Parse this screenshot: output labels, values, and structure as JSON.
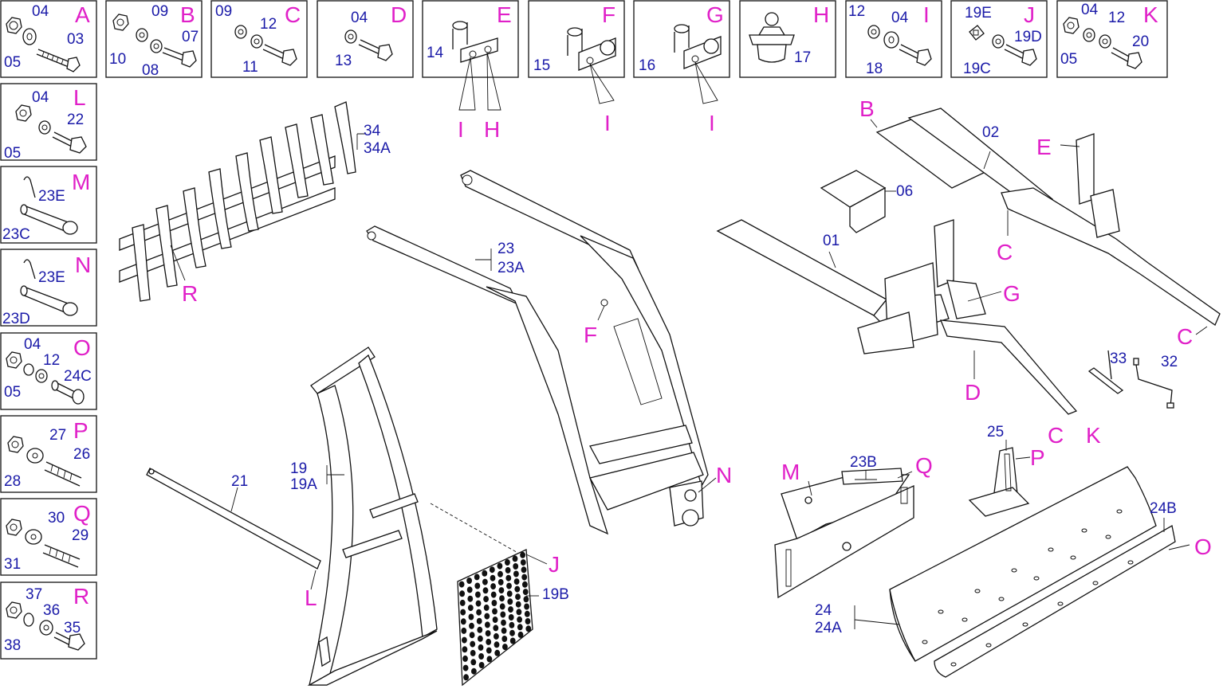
{
  "detail_boxes": [
    {
      "id": "A",
      "parts": [
        "04",
        "05",
        "03"
      ]
    },
    {
      "id": "B",
      "parts": [
        "09",
        "10",
        "08",
        "07"
      ]
    },
    {
      "id": "C",
      "parts": [
        "09",
        "12",
        "11"
      ]
    },
    {
      "id": "D",
      "parts": [
        "04",
        "13"
      ]
    },
    {
      "id": "E",
      "parts": [
        "14"
      ]
    },
    {
      "id": "F",
      "parts": [
        "15"
      ]
    },
    {
      "id": "G",
      "parts": [
        "16"
      ]
    },
    {
      "id": "H",
      "parts": [
        "17"
      ]
    },
    {
      "id": "I",
      "parts": [
        "12",
        "04",
        "18"
      ]
    },
    {
      "id": "J",
      "parts": [
        "19E",
        "19D",
        "19C"
      ]
    },
    {
      "id": "K",
      "parts": [
        "04",
        "12",
        "05",
        "20"
      ]
    },
    {
      "id": "L",
      "parts": [
        "04",
        "22",
        "05"
      ]
    },
    {
      "id": "M",
      "parts": [
        "23E",
        "23C"
      ]
    },
    {
      "id": "N",
      "parts": [
        "23E",
        "23D"
      ]
    },
    {
      "id": "O",
      "parts": [
        "04",
        "12",
        "24C",
        "05"
      ]
    },
    {
      "id": "P",
      "parts": [
        "27",
        "26",
        "28"
      ]
    },
    {
      "id": "Q",
      "parts": [
        "30",
        "29",
        "31"
      ]
    },
    {
      "id": "R",
      "parts": [
        "37",
        "36",
        "35",
        "38"
      ]
    }
  ],
  "box_sub_callouts": {
    "E": [
      "I",
      "H"
    ],
    "F": [
      "I"
    ],
    "G": [
      "I"
    ]
  },
  "main_labels": {
    "rake_num": [
      "34",
      "34A"
    ],
    "rake_letter": "R",
    "arm_num": [
      "23",
      "23A"
    ],
    "arm_letter_f": "F",
    "arm_letter_n": "N",
    "guard_num": [
      "19",
      "19A"
    ],
    "screen_num": "19B",
    "screen_letter": "J",
    "rod_num": "21",
    "rod_letter": "L",
    "frame_01": "01",
    "frame_02": "02",
    "bracket_06": "06",
    "frame_letters": [
      "B",
      "E",
      "C",
      "G",
      "C",
      "D",
      "C",
      "K"
    ],
    "rod_32": "32",
    "rod_33": "33",
    "mount_23b": "23B",
    "mount_letter_m": "M",
    "mount_letter_q": "Q",
    "post_25": "25",
    "post_letter_p": "P",
    "blade_num": [
      "24",
      "24A"
    ],
    "edge_24b": "24B",
    "edge_letter_o": "O"
  }
}
